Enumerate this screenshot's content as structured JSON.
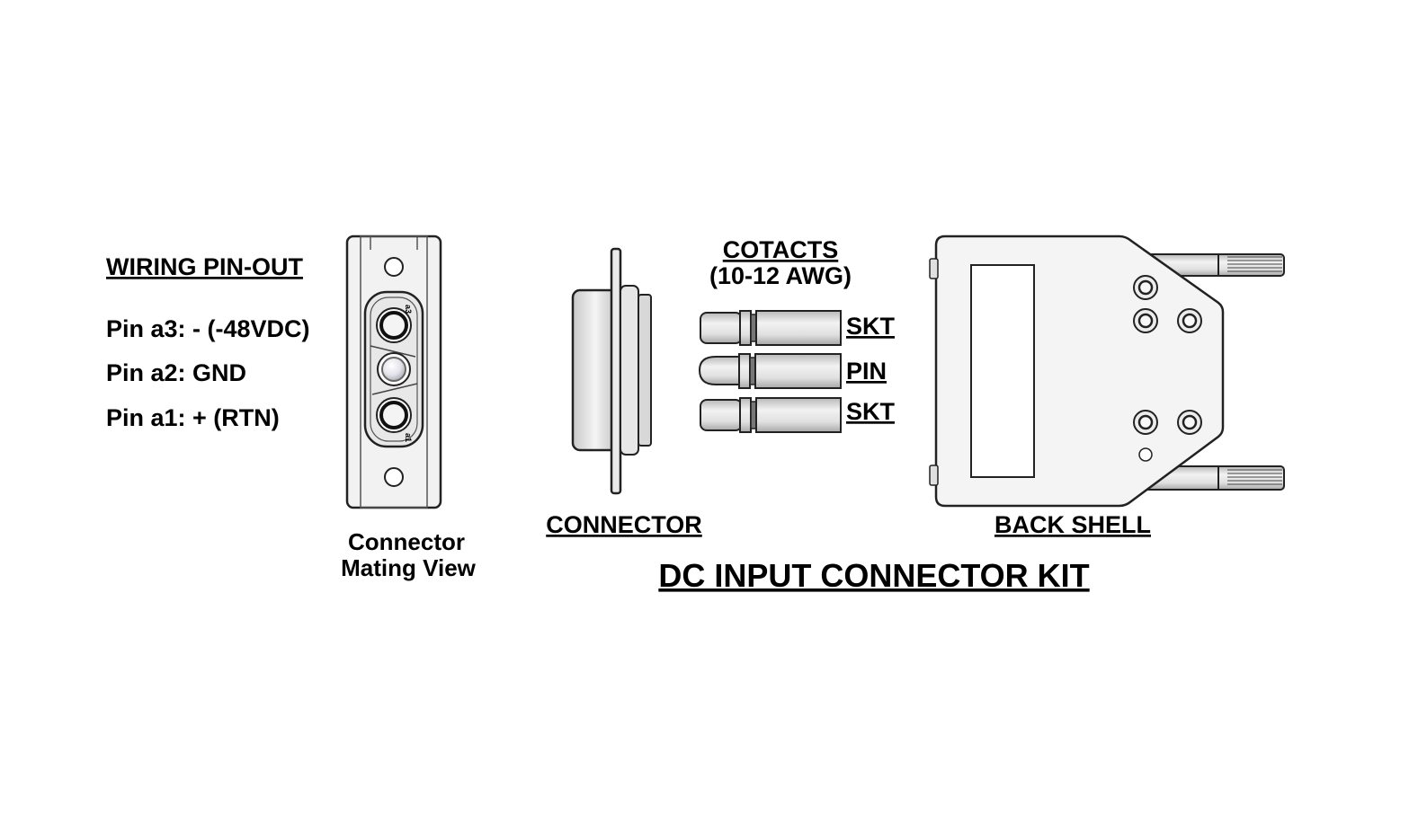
{
  "pinout": {
    "heading": "WIRING PIN-OUT",
    "pins": [
      "Pin a3: - (-48VDC)",
      "Pin a2: GND",
      "Pin a1: + (RTN)"
    ]
  },
  "mating_view": {
    "caption_line1": "Connector",
    "caption_line2": "Mating View",
    "marking_top": "a3",
    "marking_bottom": "a1"
  },
  "connector": {
    "caption": "CONNECTOR"
  },
  "contacts": {
    "heading_line1": "COTACTS",
    "heading_line2": "(10-12 AWG)",
    "items": [
      "SKT",
      "PIN",
      "SKT"
    ]
  },
  "back_shell": {
    "caption": "BACK SHELL"
  },
  "title": "DC INPUT CONNECTOR KIT"
}
